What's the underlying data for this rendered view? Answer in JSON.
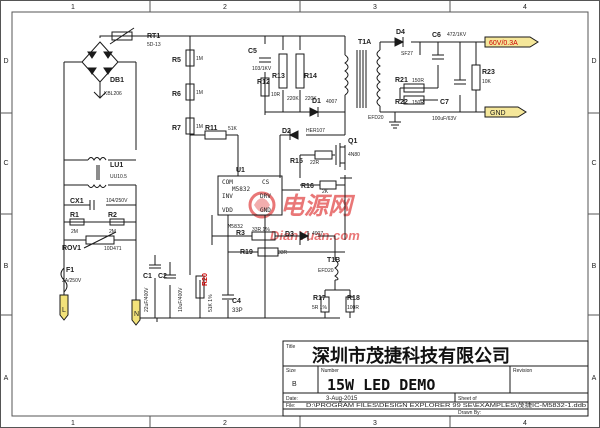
{
  "border": {
    "cols": [
      "1",
      "2",
      "3",
      "4"
    ],
    "rows": [
      "D",
      "C",
      "B",
      "A"
    ]
  },
  "components": {
    "rt1": "RT1",
    "rt1_val": "5D-13",
    "db1": "DB1",
    "db1_val": "KBL206",
    "lu1": "LU1",
    "lu1_val": "UU10.5",
    "cx1": "CX1",
    "cx1_val": "104/250V",
    "r1": "R1",
    "r1_val": "2M",
    "r2": "R2",
    "r2_val": "2M",
    "rov1": "ROV1",
    "rov1_val": "10D471",
    "f1": "F1",
    "f1_val": "2A/250V",
    "l_term": "L",
    "n_term": "N",
    "r5": "R5",
    "r5_val": "1M",
    "r6": "R6",
    "r6_val": "1M",
    "r7": "R7",
    "r7_val": "1M",
    "r11": "R11",
    "r11_val": "51K",
    "c5": "C5",
    "c5_val": "103/1KV",
    "r12": "R12",
    "r12_val": "10R",
    "r13": "R13",
    "r13_val": "220K",
    "r14": "R14",
    "r14_val": "220K",
    "t1a": "T1A",
    "t1a_val": "EFD20",
    "d1": "D1",
    "d1_val": "4007",
    "d2": "D2",
    "d2_val": "HER107",
    "q1": "Q1",
    "q1_val": "4N80",
    "r15": "R15",
    "r15_val": "22R",
    "r16": "R16",
    "r16_val": "2K",
    "u1": "U1",
    "u1_pin_left": "COM",
    "u1_pin_right": "CS",
    "u1_part": "M5832",
    "u1_inv": "INV",
    "u1_drv": "DRV",
    "u1_vdd": "VDD",
    "u1_gnd": "GND",
    "u1_part2": "M5832",
    "r3": "R3",
    "r3_val": "33R 1%",
    "r19": "R19",
    "r19_val": "33R",
    "d3": "D3",
    "d3_val": "4007",
    "t1b": "T1B",
    "t1b_val": "EFD20",
    "r17": "R17",
    "r17_val": "5R 1%",
    "r18": "R18",
    "r18_val": "100R",
    "c1": "C1",
    "c1_val": "22uF/400V",
    "c2": "C2",
    "c2_val": "10uF/400V",
    "r20": "R20",
    "r20_val": "51K 1%",
    "c4": "C4",
    "c4_val": "33P",
    "d4": "D4",
    "d4_val": "SF27",
    "c6": "C6",
    "c6_val": "472/1KV",
    "r21": "R21",
    "r21_val": "150R",
    "r22": "R22",
    "r22_val": "150R",
    "c7": "C7",
    "c7_val": "100uF/63V",
    "r23": "R23",
    "r23_val": "10K",
    "out_pos": "60V/0.3A",
    "out_gnd": "GND"
  },
  "watermark": {
    "cn": "电源网",
    "en": "DianYuan.com"
  },
  "title_block": {
    "title_label": "Title",
    "company": "深圳市茂捷科技有限公司",
    "size_label": "Size",
    "size": "B",
    "number_label": "Number",
    "product": "15W LED   DEMO",
    "revision_label": "Revision",
    "date_label": "Date:",
    "date": "3-Aug-2015",
    "sheet_label": "Sheet of",
    "file_label": "File:",
    "file": "D:\\PROGRAM FILES\\DESIGN EXPLORER 99 SE\\EXAMPLES\\茂捷IC-M5832-1.ddb",
    "drawn_label": "Drawn By:"
  },
  "colors": {
    "wire": "#1a1a1a",
    "out_fill": "#f5e79a",
    "term_fill": "#f2e27a",
    "watermark": "#e24a4a"
  }
}
